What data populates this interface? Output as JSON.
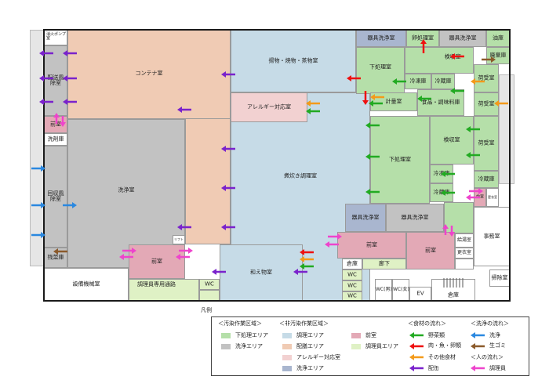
{
  "rooms": {
    "fire_pump": "消火ポンプ室",
    "delivery_buffer": "配送風除室",
    "container": "コンテナ室",
    "fried_steamed": "揚物・焼物・蒸物室",
    "utensil_wash_top1": "器具洗浄室",
    "egg_prep": "卵処理室",
    "utensil_wash_top2": "器具洗浄室",
    "oil_storage": "油庫",
    "inspection_top": "検収室",
    "waste_storage": "廃棄庫",
    "prep_top": "下処理室",
    "freezer_top": "冷凍庫",
    "fridge_top": "冷蔵庫",
    "allergy": "アレルギー対応室",
    "weighing": "計量室",
    "food_storage": "食品・調味料庫",
    "vestibule1": "荷受室",
    "vestibule2": "荷受室",
    "vestibule3": "荷受室",
    "anteroom_left": "前室",
    "disinfectant": "洗剤庫",
    "rice_cooking": "煮炊き調理室",
    "prep_mid": "下処理室",
    "inspection_mid": "検収室",
    "freezer_mid": "冷凍庫",
    "fridge_mid": "冷蔵庫",
    "fridge_right": "冷蔵庫",
    "collection_buffer": "回収風除室",
    "wash": "洗浄室",
    "utensil_wash_mid1": "器具洗浄室",
    "utensil_wash_mid2": "器具洗浄室",
    "anteroom_r_small": "前室",
    "locker_small": "更衣室",
    "office": "事務室",
    "residue": "残菜庫",
    "anteroom_center": "前室",
    "lift": "リフト",
    "salad": "和え物室",
    "anteroom_mid": "前室",
    "anteroom_right": "前室",
    "hot_water": "給湯室",
    "locker": "更衣室",
    "storage_wc": "倉庫",
    "corridor": "廊下",
    "wc1": "WC",
    "wc2": "WC",
    "wc3": "WC",
    "wc_m": "WC(男)",
    "wc_f": "WC(女)",
    "ev": "EV",
    "storage_bottom": "倉庫",
    "cleaning": "掃除室",
    "machine": "設備機械室",
    "staff_passage": "調理員専用通路",
    "wc_bottom": "WC"
  },
  "legend": {
    "title": "凡例",
    "zone_dirty": "＜汚染作業区域＞",
    "zone_clean": "＜非汚染作業区域＞",
    "item_prep": "下処理エリア",
    "item_wash": "洗浄エリア",
    "item_cook": "調理エリア",
    "item_serve": "配膳エリア",
    "item_allergy": "アレルギー対応室",
    "item_wash2": "洗浄エリア",
    "item_ante": "前室",
    "item_staff": "調理員エリア",
    "food_flow": "＜食材の流れ＞",
    "wash_flow": "＜洗浄の流れ＞",
    "food_veg": "野菜類",
    "food_meat": "肉・魚・卵類",
    "food_other": "その他食材",
    "food_serve": "配缶",
    "wash_clean": "洗浄",
    "wash_garbage": "生ゴミ",
    "people_flow": "＜人の流れ＞",
    "people_cook": "調理員"
  },
  "colors": {
    "veg": "#22aa22",
    "meat": "#ee1111",
    "other": "#f39a1a",
    "serve": "#7a22cc",
    "clean": "#2a88e0",
    "garbage": "#8b5a2b",
    "people": "#ee44cc"
  }
}
